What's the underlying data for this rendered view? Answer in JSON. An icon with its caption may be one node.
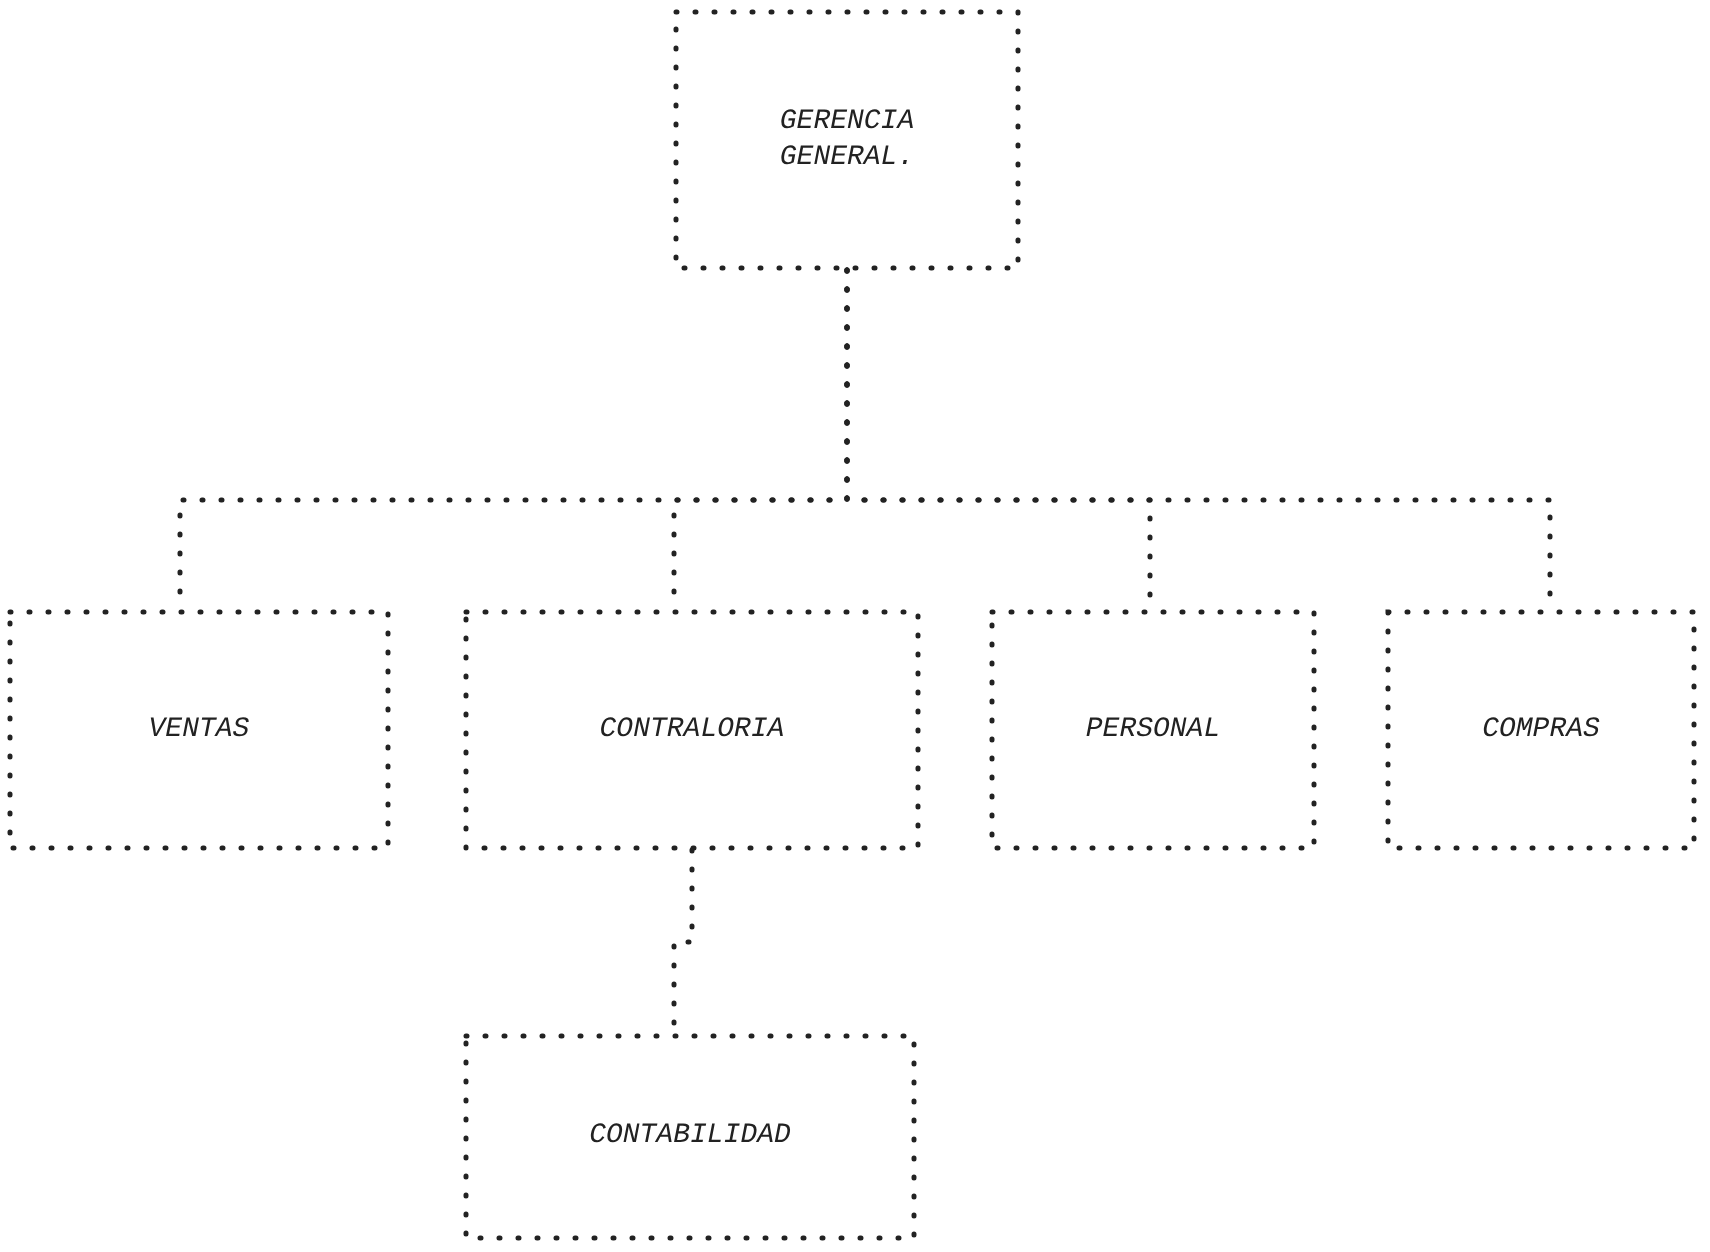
{
  "diagram": {
    "nodes": [
      {
        "text": [
          "GERENCIA GENERAL."
        ]
      },
      {
        "text": [
          "VENTAS"
        ]
      },
      {
        "text": [
          "CONTRALORIA"
        ]
      },
      {
        "text": [
          "PERSONAL"
        ]
      },
      {
        "text": [
          "COMPRAS"
        ]
      },
      {
        "text": [
          "CONTABILIDAD"
        ]
      }
    ],
    "edges": [
      {
        "from": 0,
        "to": 1,
        "arrow": "none"
      },
      {
        "from": 0,
        "to": 2,
        "arrow": "none"
      },
      {
        "from": 0,
        "to": 3,
        "arrow": "none"
      },
      {
        "from": 0,
        "to": 4,
        "arrow": "none"
      },
      {
        "from": 2,
        "to": 5,
        "arrow": "none"
      }
    ]
  }
}
